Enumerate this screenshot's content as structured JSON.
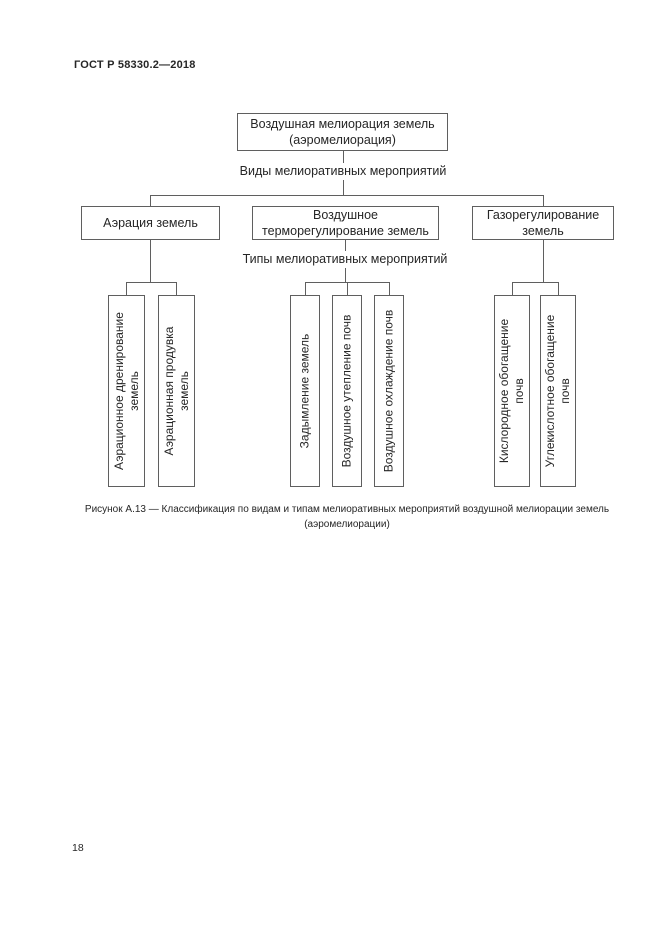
{
  "header": {
    "doc_code": "ГОСТ Р 58330.2—2018"
  },
  "footer": {
    "page_number": "18"
  },
  "diagram": {
    "root_label": "Воздушная мелиорация земель (аэромелиорация)",
    "kinds_label": "Виды мелиоративных мероприятий",
    "types_label": "Типы мелиоративных мероприятий",
    "branches": [
      {
        "label": "Аэрация земель",
        "children": [
          "Аэрационное дренирование земель",
          "Аэрационная продувка земель"
        ]
      },
      {
        "label": "Воздушное терморегулирование земель",
        "children": [
          "Задымление земель",
          "Воздушное утепление почв",
          "Воздушное охлаждение почв"
        ]
      },
      {
        "label": "Газорегулирование земель",
        "children": [
          "Кислородное обогащение почв",
          "Углекислотное обогащение почв"
        ]
      }
    ],
    "caption_lines": [
      "Рисунок А.13 — Классификация по видам и типам мелиоративных мероприятий воздушной мелиорации земель",
      "(аэромелиорации)"
    ],
    "line_color": "#5f5f5f"
  }
}
